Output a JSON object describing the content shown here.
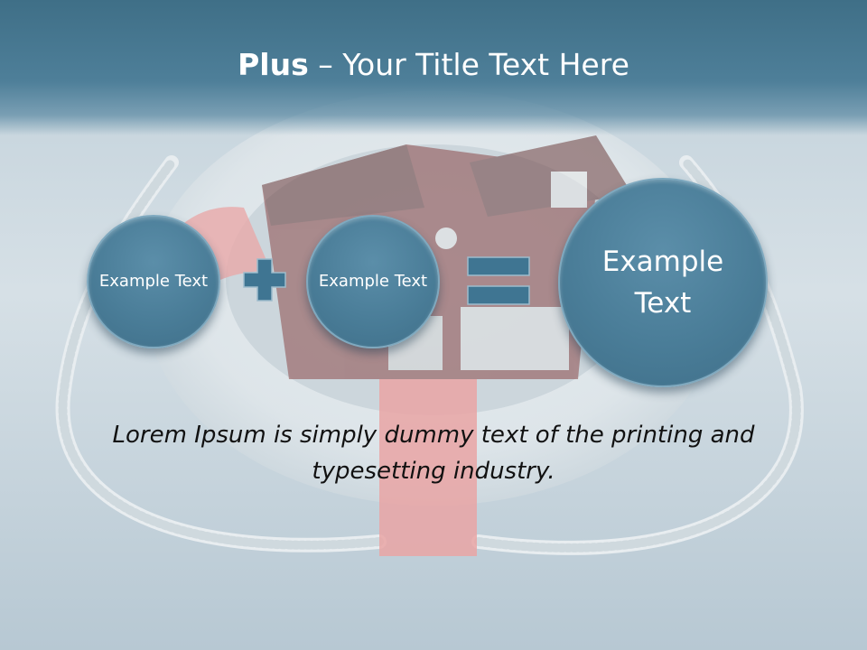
{
  "slide": {
    "title_bold": "Plus",
    "title_rest": " – Your Title Text Here",
    "circle_left_text": "Example Text",
    "circle_middle_text": "Example Text",
    "circle_result_text": "Example Text",
    "caption": "Lorem Ipsum is simply dummy text of the printing and typesetting industry."
  },
  "colors": {
    "header": "#4a7b95",
    "circle": "#4a7d98",
    "operator": "#3f7592",
    "background": "#c9d6de"
  },
  "icons": {
    "operator_left": "plus-icon",
    "operator_right": "equals-icon",
    "background_image": "lifebuoy-house-illustration"
  }
}
